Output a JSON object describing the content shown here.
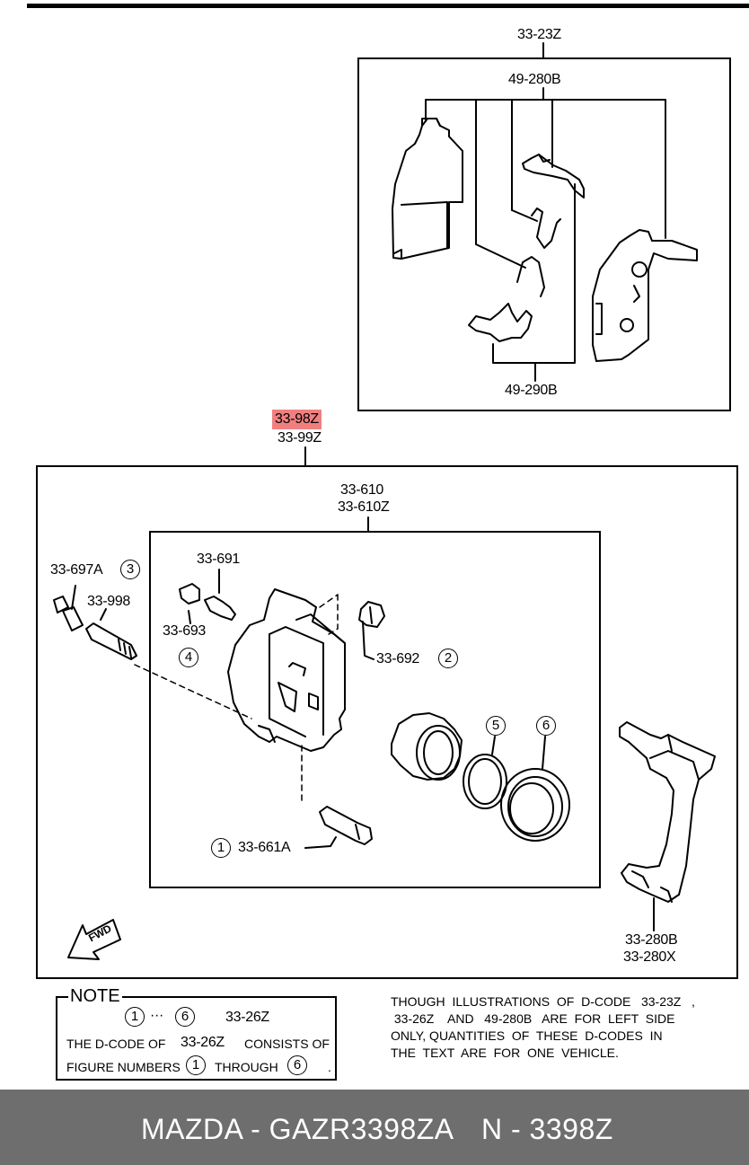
{
  "labels": {
    "top_assembly": "33-23Z",
    "pad_set": "49-280B",
    "shim_set": "49-290B",
    "caliper_assy_1": "33-98Z",
    "caliper_assy_2": "33-99Z",
    "caliper_body_1": "33-610",
    "caliper_body_2": "33-610Z",
    "pin_boot": "33-697A",
    "pin_boot_num": "3",
    "guide_pin": "33-998",
    "bleeder_screw": "33-691",
    "bleeder_cap": "33-693",
    "bleeder_num": "4",
    "dust_boot": "33-692",
    "dust_boot_num": "2",
    "piston_seal_num": "5",
    "dust_seal_num": "6",
    "lock_bolt": "33-661A",
    "lock_bolt_num": "1",
    "mounting_support_1": "33-280B",
    "mounting_support_2": "33-280X",
    "fwd": "FWD"
  },
  "note": {
    "title": "NOTE",
    "range_start": "1",
    "range_sep": "···",
    "range_end": "6",
    "range_code": "33-26Z",
    "line2_a": "THE D-CODE OF",
    "line2_code": "33-26Z",
    "line2_b": "CONSISTS OF",
    "line3_a": "FIGURE NUMBERS",
    "line3_n1": "1",
    "line3_b": "THROUGH",
    "line3_n2": "6",
    "line3_end": "."
  },
  "disclaimer": [
    "THOUGH  ILLUSTRATIONS  OF  D-CODE   33-23Z   ,",
    " 33-26Z    AND   49-280B   ARE  FOR  LEFT  SIDE",
    "ONLY, QUANTITIES  OF  THESE  D-CODES  IN",
    "THE  TEXT  ARE  FOR  ONE  VEHICLE."
  ],
  "footer": {
    "brand_part": "MAZDA - GAZR3398ZA",
    "code": "N - 3398Z"
  }
}
